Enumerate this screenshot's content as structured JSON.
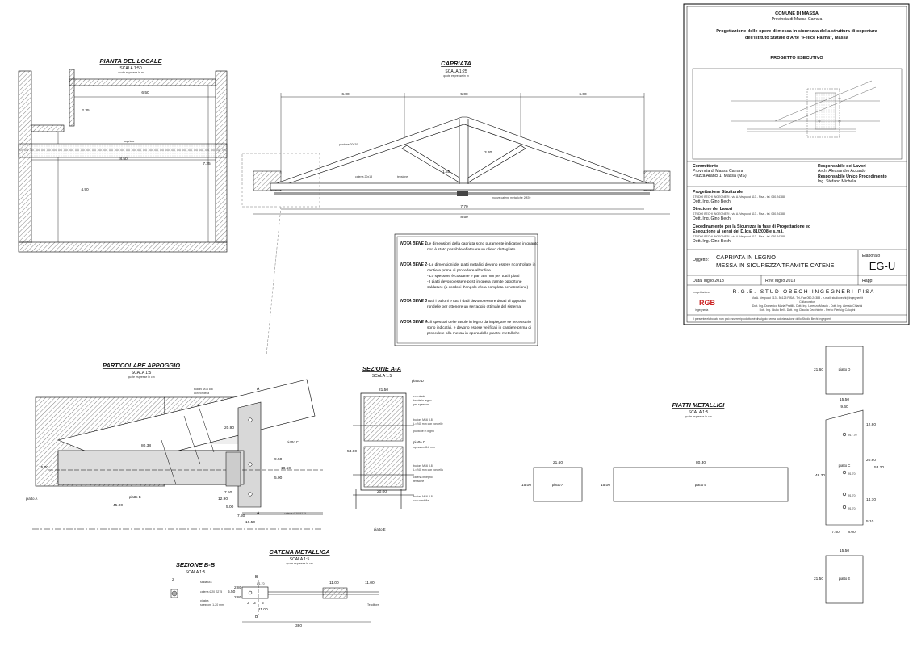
{
  "title_block": {
    "comune": "COMUNE DI MASSA",
    "provincia": "Provincia di Massa-Carrara",
    "project_title_1": "Progettazione delle opere di messa in sicurezza della struttura di copertura",
    "project_title_2": "dell'Istituto Statale d'Arte \"Felice Palma\", Massa",
    "phase": "PROGETTO ESECUTIVO",
    "committente_label": "Committente",
    "committente_1": "Provincia di Massa Carrara",
    "committente_2": "Piazza Aranci 1, Massa (MS)",
    "resp_lavori_label": "Responsabile dei Lavori",
    "resp_lavori": "Arch. Alessandro Accardo",
    "rup_label": "Responsabile Unico Procedimento",
    "rup": "Ing. Stefano Michela",
    "prog_strutt_label": "Progettazione Strutturale",
    "prog_strutt_1": "STUDIO BECHI INGEGNERI - via A. Vespucci 113 - Pisa - tel. 050.24388",
    "prog_strutt_2": "Dott. Ing. Gino Bechi",
    "dir_lavori_label": "Direzione dei Lavori",
    "dir_lavori_1": "STUDIO BECHI INGEGNERI - via A. Vespucci 113 - Pisa - tel. 050.24388",
    "dir_lavori_2": "Dott. Ing. Gino Bechi",
    "coord_label_1": "Coordinamento per la Sicurezza in fase di Progettazione ed",
    "coord_label_2": "Esecuzione ai sensi del D.lgs. 81/2008 e s.m.i.",
    "coord_1": "STUDIO BECHI INGEGNERI - via A. Vespucci 113 - Pisa - tel. 050.24388",
    "coord_2": "Dott. Ing. Gino Bechi",
    "oggetto_label": "Oggetto:",
    "oggetto_1": "CAPRIATA IN LEGNO",
    "oggetto_2": "MESSA IN SICUREZZA TRAMITE CATENE",
    "elaborato_label": "Elaborato",
    "elaborato": "EG-U",
    "data": "Data: luglio 2013",
    "rev": "Rev: luglio 2013",
    "rapp": "Rapp:",
    "studio_prefix": "progettazione",
    "studio": "- R . G . B . -  S T U D I O   B E C H I   I N G E G N E R I  -  P I S A",
    "studio_address": "Via A. Vespucci 113 - 56125 PISA - Tel./Fax 050.24388 - e-mail: studiobechi@ingegneri.it",
    "collaboratori": "Collaboratori",
    "staff_1": "Dott. Ing. Domenico Maria Pratilli - Dott. Ing. Lorenzo Moscio - Dott. Ing. Alessio Chiarini",
    "staff_2": "Dott. Ing. Giulio Bell - Dott. Ing. Claudia Cecchierini - Perito Pierluigi Calugini",
    "logo": "RGB",
    "logo_sub": "ingegneria",
    "footer_note": "Il presente elaborato non può essere riprodotto né divulgato senza autorizzazione dello Studio Bechi Ingegneri"
  },
  "pianta": {
    "title": "PIANTA DEL LOCALE",
    "scale": "SCALA 1:50",
    "note": "quote espresse in m",
    "dims": [
      "6.50",
      "2.35",
      "8.50",
      "7.25",
      "4.90"
    ],
    "label": "capriata"
  },
  "capriata": {
    "title": "CAPRIATA",
    "scale": "SCALA 1:25",
    "note": "quote espresse in m",
    "dims_top": [
      "6.00",
      "5.00",
      "6.00"
    ],
    "dims_bottom": [
      "7.70",
      "8.50"
    ],
    "dims_inner": [
      "3.30",
      "1.55"
    ],
    "labels": [
      "puntone 20x20",
      "catena 20x18",
      "tensione",
      "nuove catene metalliche 2Ø20"
    ]
  },
  "notes": [
    {
      "label": "NOTA BENE 1",
      "lines": [
        "Le dimensioni della capriata sono puramente indicative in quanto",
        "non è stato possibile effettuare un rilievo dettagliato"
      ]
    },
    {
      "label": "NOTA BENE 2",
      "lines": [
        "- Le dimensioni dei piatti metallici devono essere ricontrollate in",
        "  cantiere prima di procedere all'ordine",
        "- Lo spessore è costante e pari a 8 mm per tutti i piatti",
        "- I piatti devono essere posti in opera tramite opportune",
        "  saldature (a cordoni d'angolo e/o a completa penetrazione)"
      ]
    },
    {
      "label": "NOTA BENE 3",
      "lines": [
        "Tutti i bulloni e tutti i dadi devono essere dotati di apposite",
        "rondelle per ottenere un serraggio ottimale del sistema"
      ]
    },
    {
      "label": "NOTA BENE 4",
      "lines": [
        "Gli spessori delle tavole in legno da impiegare se necessario",
        "sono indicativi, e devono essere verificati in cantiere prima di",
        "procedere alla messa in opera delle piastre metalliche"
      ]
    }
  ],
  "appoggio": {
    "title": "PARTICOLARE APPOGGIO",
    "scale": "SCALA 1:5",
    "note": "quote espresse in cm",
    "labels": [
      "bulloni M16 8.8",
      "con rondella",
      "piatto C",
      "piatto A",
      "piatto B",
      "catena Ø20 S275"
    ],
    "dims": [
      "20.90",
      "80.38",
      "15.00",
      "45.00",
      "7.50",
      "12.90",
      "5.00",
      "7.50",
      "16.50",
      "9.50",
      "18.50",
      "5.00"
    ],
    "marks": [
      "A",
      "A"
    ]
  },
  "sezione_aa": {
    "title": "SEZIONE A-A",
    "scale": "SCALA 1:5",
    "labels": [
      "piatto D",
      "eventuale",
      "tavole in legno",
      "per spessore",
      "bulloni M16 8.8",
      "L=240 mm con rondelle",
      "puntone in legno",
      "piatto C",
      "spessore 8-8 mm",
      "bulloni M16 8.8",
      "L=240 mm con rondella",
      "catena in legno",
      "tensione",
      "bulloni M16 8.8",
      "con rondella",
      "piatto E"
    ],
    "dims": [
      "21.50",
      "53.80",
      "20.00"
    ]
  },
  "piatti": {
    "title": "PIATTI METALLICI",
    "scale": "SCALA 1:5",
    "note": "quote espresse in cm",
    "a": {
      "label": "piatto A",
      "w": "21.60",
      "h": "15.00"
    },
    "b": {
      "label": "piatto B",
      "w": "80.30",
      "h": "15.00"
    },
    "c": {
      "label": "piatto C",
      "top": "9.60",
      "h1": "12.80",
      "h2": "20.80",
      "h3": "14.70",
      "h4": "5.10",
      "total": "53.20",
      "left": "48.30",
      "holes": [
        "Ø17.70",
        "Ø1.70",
        "Ø1.70",
        "Ø1.70"
      ],
      "bot": [
        "7.50",
        "8.00"
      ]
    },
    "d": {
      "label": "piatto D",
      "w": "15.50",
      "h": "21.60"
    },
    "e": {
      "label": "piatto E",
      "w": "15.50",
      "h": "21.50"
    }
  },
  "sezione_bb": {
    "title": "SEZIONE B-B",
    "scale": "SCALA 1:5",
    "labels": [
      "saldatura",
      "catena Ø20 S275",
      "piastra",
      "spessore 1-20 mm"
    ],
    "dims": [
      "2"
    ]
  },
  "catena": {
    "title": "CATENA METALLICA",
    "scale": "SCALA 1:5",
    "note": "quote espresse in cm",
    "labels": [
      "B",
      "B",
      "Ø1.70",
      "Tenditore"
    ],
    "dims": [
      "5.50",
      "2.80",
      "2.80",
      "3",
      "3",
      "5",
      "11.00",
      "11.00",
      "11.00",
      "380"
    ]
  }
}
